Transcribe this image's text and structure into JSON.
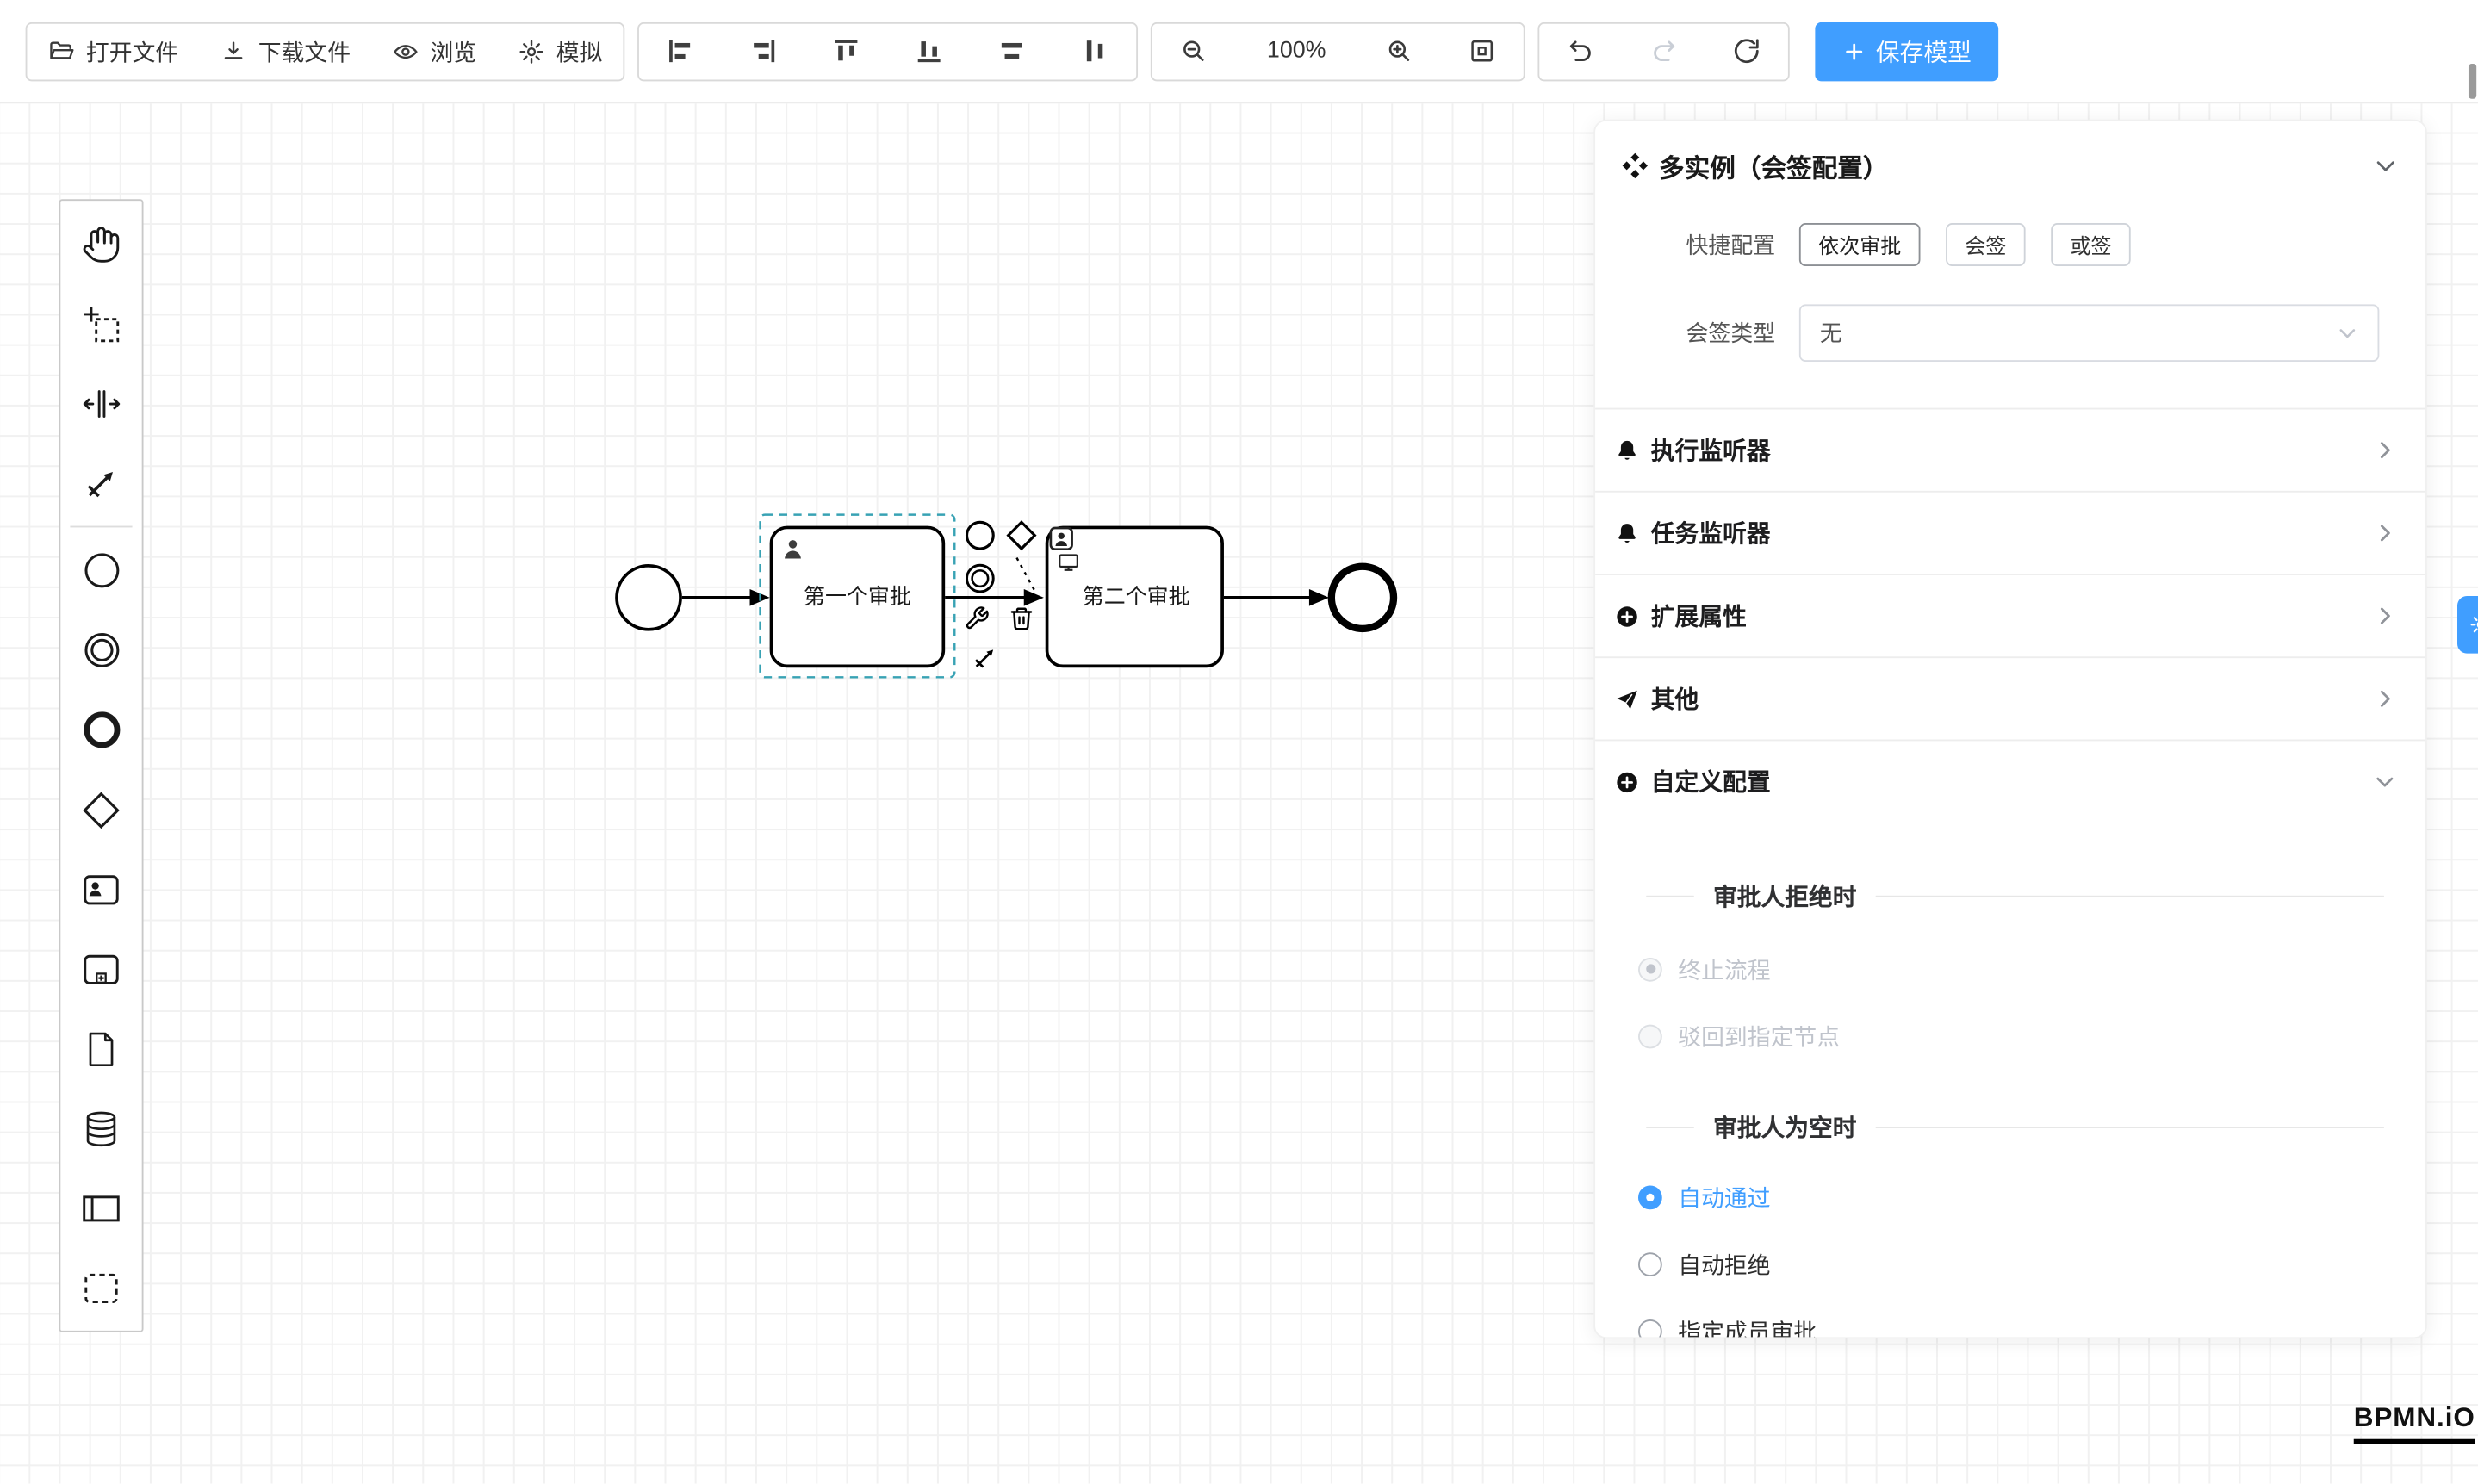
{
  "toolbar": {
    "file": [
      {
        "label": "打开文件",
        "icon": "folder-open-icon"
      },
      {
        "label": "下载文件",
        "icon": "download-icon"
      },
      {
        "label": "浏览",
        "icon": "eye-icon"
      },
      {
        "label": "模拟",
        "icon": "simulate-icon"
      }
    ],
    "align_tools": [
      "align-left-icon",
      "align-right-icon",
      "align-top-icon",
      "align-bottom-icon",
      "align-center-horizontal-icon",
      "align-center-vertical-icon"
    ],
    "zoom": {
      "out_icon": "zoom-out-icon",
      "level": "100%",
      "in_icon": "zoom-in-icon",
      "fit_icon": "fit-viewport-icon"
    },
    "history": [
      "undo-icon",
      "redo-icon",
      "refresh-icon"
    ],
    "save_label": "保存模型"
  },
  "palette": {
    "tools": [
      "hand-tool",
      "lasso-tool",
      "space-tool",
      "global-connect-tool",
      "create-start-event",
      "create-intermediate-event",
      "create-end-event",
      "create-gateway",
      "create-user-task",
      "create-subprocess",
      "create-data-object",
      "create-data-store",
      "create-participant",
      "create-group"
    ]
  },
  "canvas": {
    "tasks": [
      {
        "label": "第一个审批",
        "selected": true
      },
      {
        "label": "第二个审批",
        "selected": false
      }
    ]
  },
  "panel": {
    "title": "多实例（会签配置）",
    "quick_config": {
      "label": "快捷配置",
      "options": [
        {
          "label": "依次审批",
          "active": true
        },
        {
          "label": "会签",
          "active": false
        },
        {
          "label": "或签",
          "active": false
        }
      ]
    },
    "sign_type": {
      "label": "会签类型",
      "value": "无"
    },
    "sections": [
      {
        "label": "执行监听器",
        "icon": "bell-icon",
        "expanded": false
      },
      {
        "label": "任务监听器",
        "icon": "bell-icon",
        "expanded": false
      },
      {
        "label": "扩展属性",
        "icon": "circle-plus-icon",
        "expanded": false
      },
      {
        "label": "其他",
        "icon": "send-icon",
        "expanded": false
      },
      {
        "label": "自定义配置",
        "icon": "circle-plus-icon",
        "expanded": true
      }
    ],
    "reject_section": {
      "title": "审批人拒绝时",
      "options": [
        {
          "label": "终止流程",
          "checked": true,
          "disabled": true
        },
        {
          "label": "驳回到指定节点",
          "checked": false,
          "disabled": true
        }
      ]
    },
    "empty_section": {
      "title": "审批人为空时",
      "options": [
        {
          "label": "自动通过",
          "checked": true,
          "disabled": false
        },
        {
          "label": "自动拒绝",
          "checked": false,
          "disabled": false
        },
        {
          "label": "指定成员审批",
          "checked": false,
          "disabled": false
        }
      ]
    }
  },
  "logo": {
    "text": "BPMN.iO"
  },
  "colors": {
    "primary": "#409eff",
    "selection": "#38a2b4",
    "disabled_text": "#c0c4cc"
  }
}
